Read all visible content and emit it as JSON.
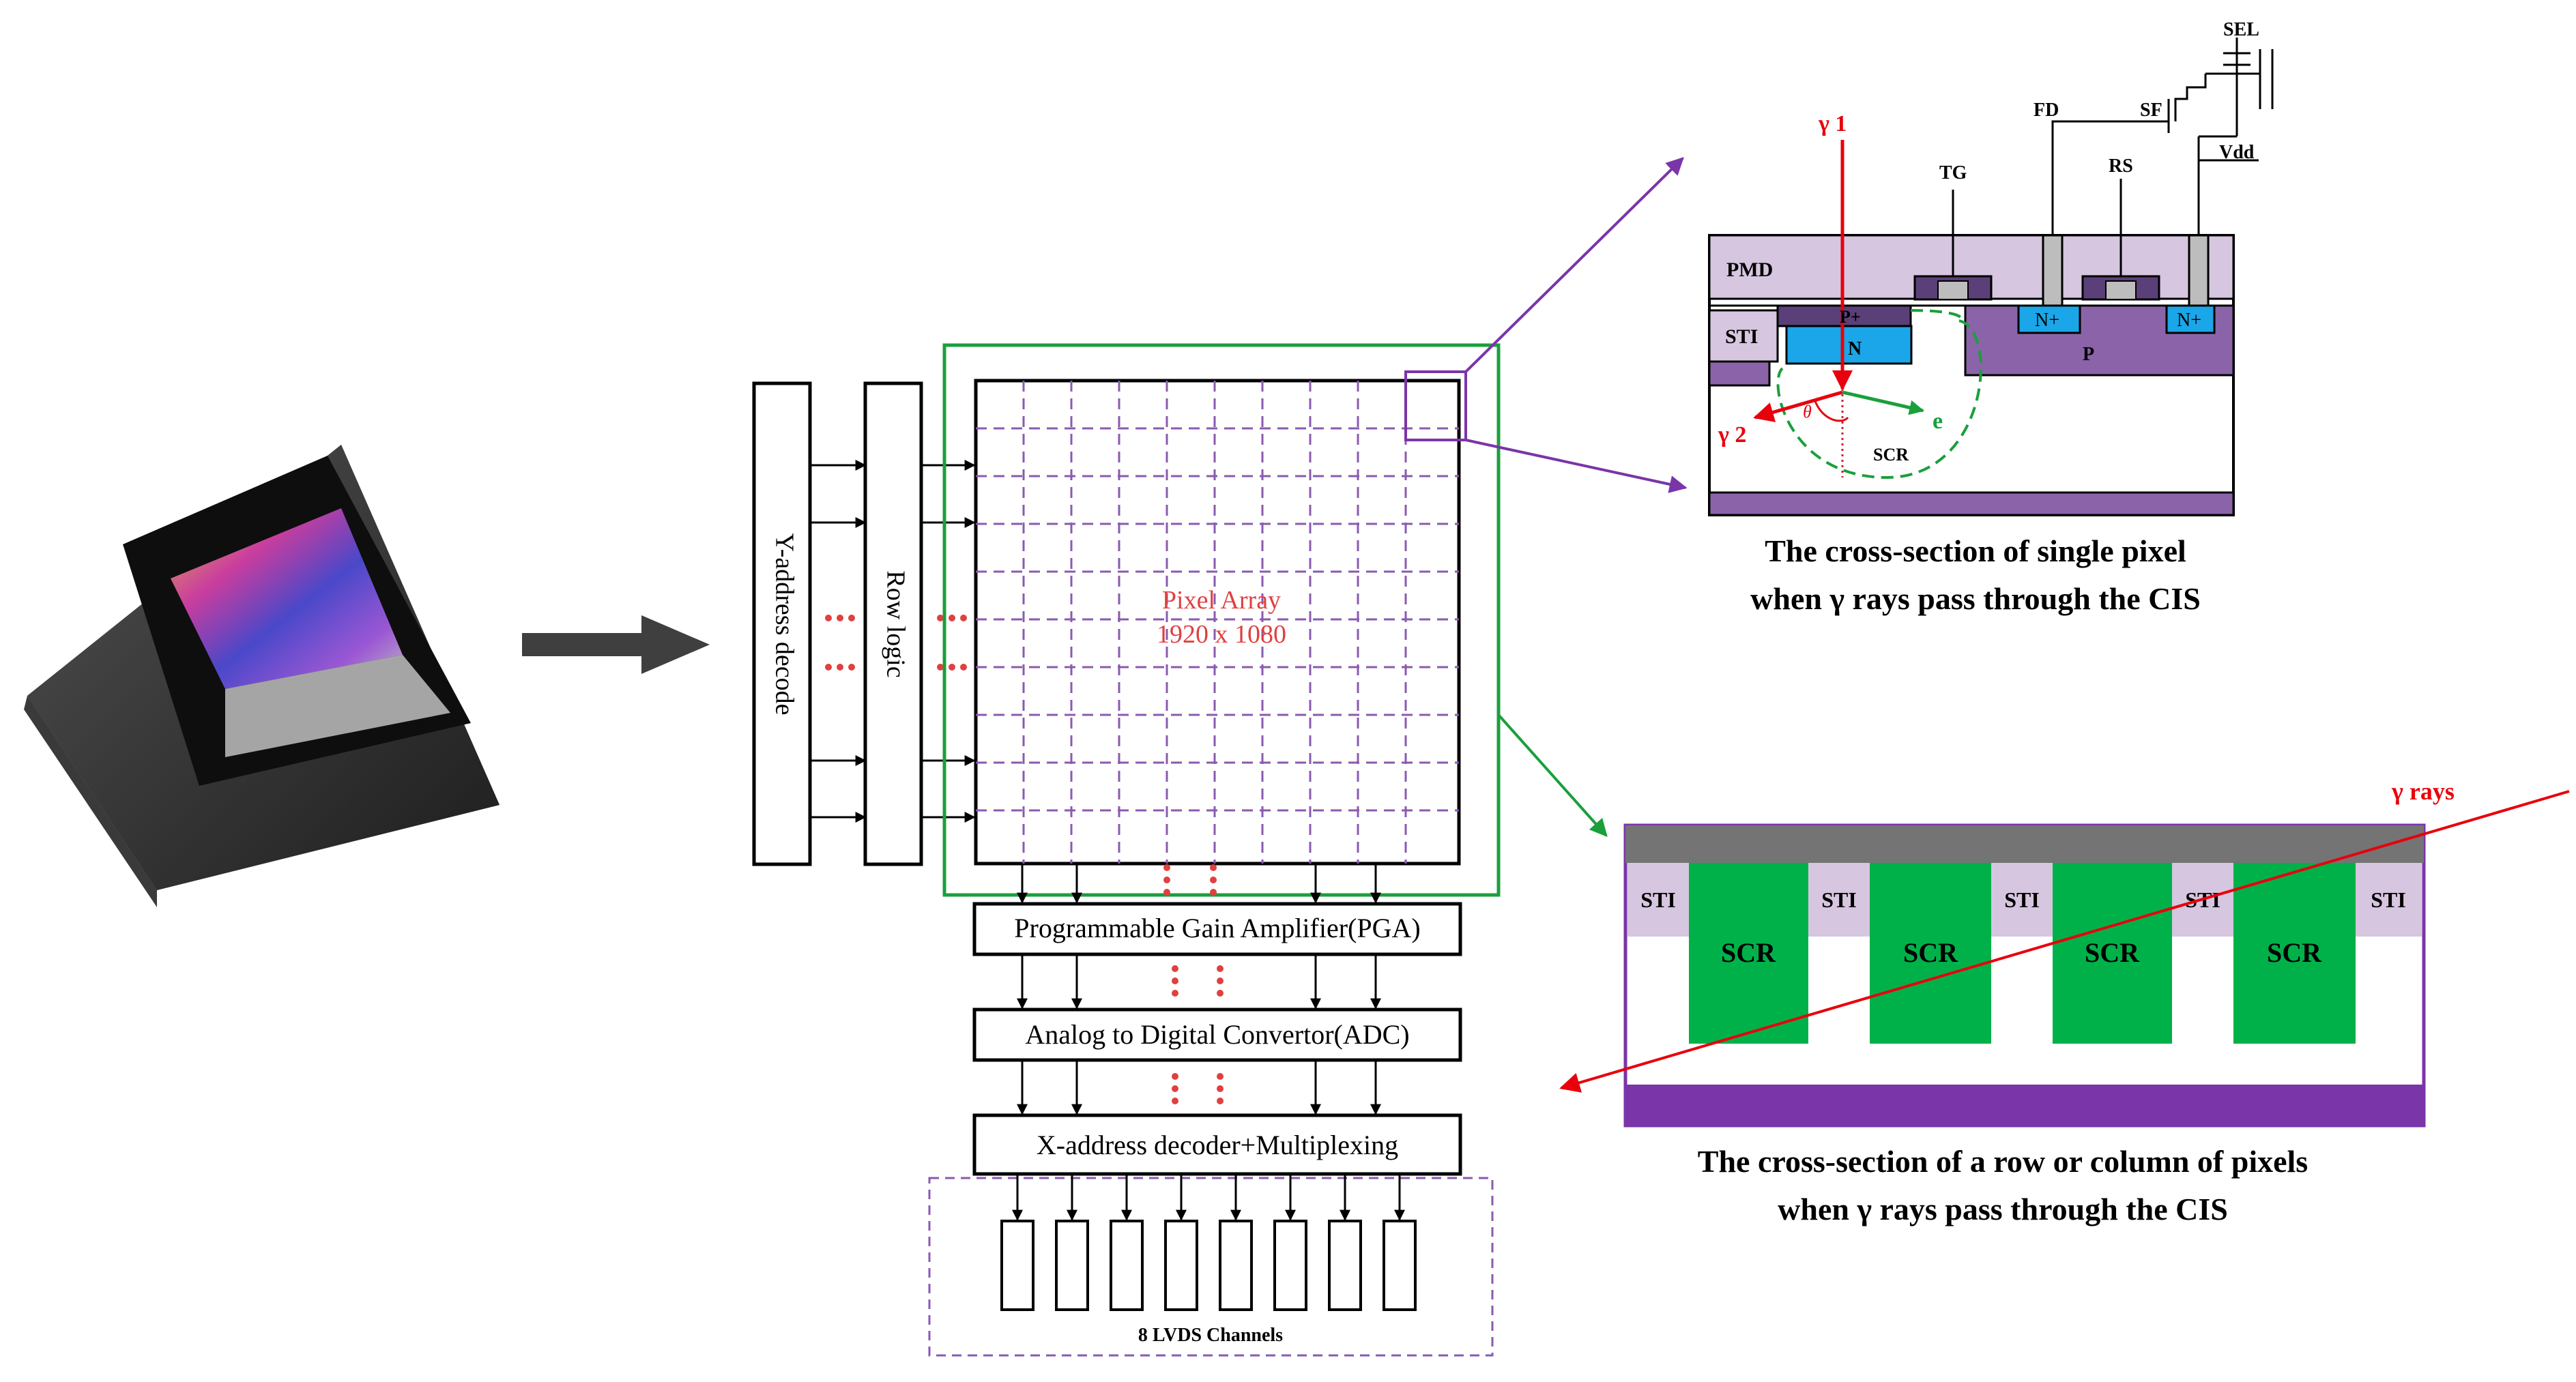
{
  "blocks": {
    "y_address_decode": "Y-address decode",
    "row_logic": "Row logic",
    "pixel_array_title": "Pixel Array",
    "pixel_array_size": "1920 x 1080",
    "pga": "Programmable Gain Amplifier(PGA)",
    "adc": "Analog to Digital Convertor(ADC)",
    "x_decoder": "X-address decoder+Multiplexing",
    "lvds": "8 LVDS  Channels"
  },
  "pixel_section": {
    "labels": {
      "sel": "SEL",
      "fd": "FD",
      "sf": "SF",
      "vdd": "Vdd",
      "tg": "TG",
      "rs": "RS",
      "pmd": "PMD",
      "sti": "STI",
      "p_plus": "P+",
      "n": "N",
      "n_plus_1": "N+",
      "n_plus_2": "N+",
      "p": "P",
      "scr": "SCR",
      "gamma1": "γ 1",
      "gamma2": "γ 2",
      "theta": "θ",
      "electron": "e"
    },
    "caption_line1": "The cross-section of single pixel",
    "caption_line2": "when  γ  rays pass through the CIS"
  },
  "row_section": {
    "sti_labels": [
      "STI",
      "STI",
      "STI",
      "STI",
      "STI"
    ],
    "scr_labels": [
      "SCR",
      "SCR",
      "SCR",
      "SCR"
    ],
    "ray_label": "γ rays",
    "caption_line1": "The  cross-section of a row or column of pixels",
    "caption_line2": "when  γ  rays pass through the CIS"
  },
  "colors": {
    "black": "#000000",
    "grid": "#8a5ab0",
    "red": "#e8000c",
    "dots": "#e04040",
    "green": "#1a9f3c",
    "scr_green": "#00b14a",
    "purple": "#7a35a8",
    "pmd": "#d6c6df",
    "well": "#8a63a8",
    "nplus": "#1aa6e8",
    "gray": "#747474"
  },
  "icons": {
    "sensor": "image-sensor-chip-icon",
    "arrow": "big-right-arrow-icon"
  }
}
